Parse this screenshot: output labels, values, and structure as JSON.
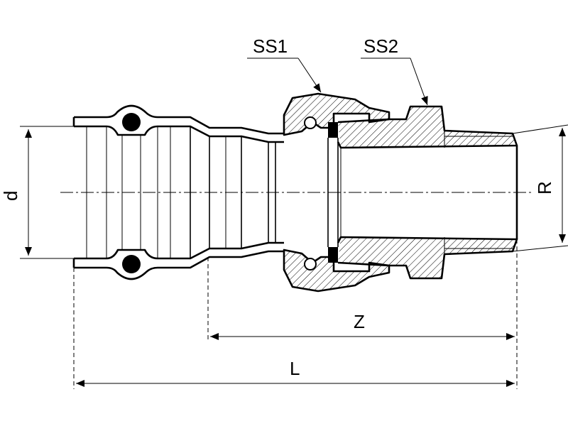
{
  "labels": {
    "ss1": "SS1",
    "ss2": "SS2",
    "d": "d",
    "r": "R",
    "z": "Z",
    "l": "L"
  },
  "colors": {
    "line": "#000000",
    "background": "#ffffff"
  }
}
